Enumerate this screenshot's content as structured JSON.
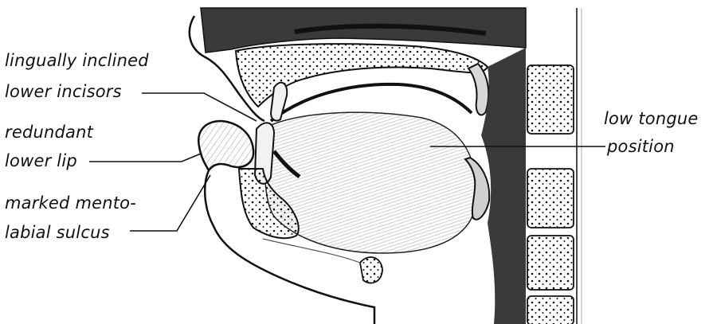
{
  "labels": {
    "incisors": [
      "lingually inclined",
      "lower incisors"
    ],
    "lip": [
      "redundant",
      "lower lip"
    ],
    "sulcus": [
      "marked mento-",
      "labial sulcus"
    ],
    "tongue": [
      "low tongue",
      "position"
    ]
  },
  "colors": {
    "ink": "#111111",
    "soft_tissue_dark": "#3a3a3a",
    "paper": "#ffffff"
  }
}
